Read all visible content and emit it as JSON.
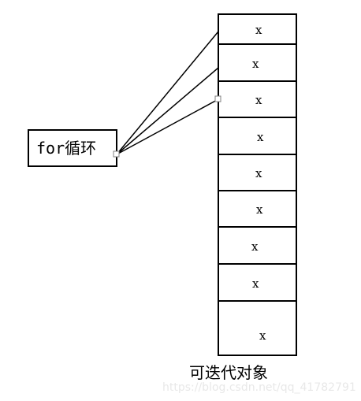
{
  "loop_label": "for循环",
  "cells": [
    "x",
    "x",
    "x",
    "x",
    "x",
    "x",
    "x",
    "x",
    "x"
  ],
  "caption": "可迭代对象",
  "watermark": "https://blog.csdn.net/qq_41782791"
}
